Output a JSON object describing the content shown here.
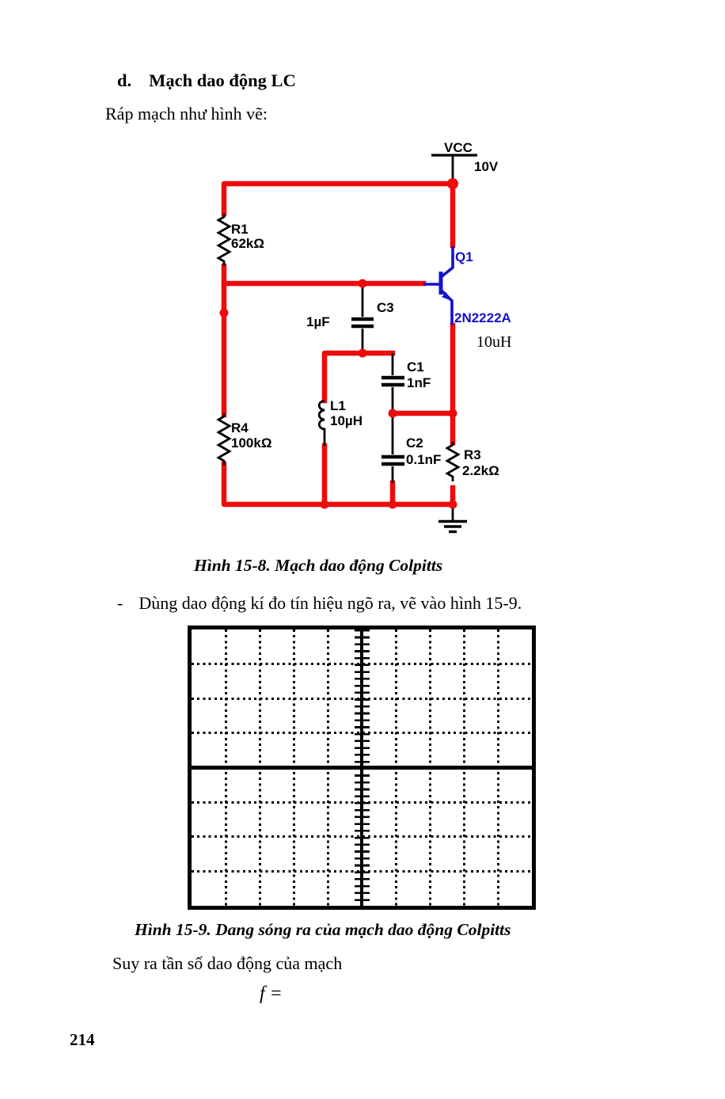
{
  "heading": {
    "index": "d.",
    "title": "Mạch dao động LC"
  },
  "intro_text": "Ráp mạch như hình vẽ:",
  "figure_15_8": {
    "caption": "Hình 15-8. Mạch dao động Colpitts",
    "power_net": "VCC",
    "supply_voltage": "10V",
    "components": {
      "r1": {
        "name": "R1",
        "value": "62kΩ"
      },
      "r4": {
        "name": "R4",
        "value": "100kΩ"
      },
      "r3": {
        "name": "R3",
        "value": "2.2kΩ"
      },
      "c1": {
        "name": "C1",
        "value": "1nF"
      },
      "c2": {
        "name": "C2",
        "value": "0.1nF"
      },
      "c3": {
        "name": "C3",
        "value": "1µF"
      },
      "l1": {
        "name": "L1",
        "value": "10µH"
      },
      "q1": {
        "name": "Q1",
        "part_number": "2N2222A"
      }
    },
    "stray_label": "10uH",
    "colors": {
      "wire": "#ee0b0b",
      "transistor": "#1111cd",
      "component": "#000000"
    }
  },
  "instruction_bullet": {
    "marker": "-",
    "text": "Dùng dao động kí đo tín hiệu ngõ ra, vẽ vào hình 15-9."
  },
  "figure_15_9": {
    "caption": "Hình 15-9. Dang sóng ra của mạch dao động Colpitts",
    "graticule": {
      "horizontal_divisions": 10,
      "vertical_divisions": 8,
      "ticks_per_division": 5
    }
  },
  "conclusion_text": "Suy ra tần số dao động của mạch",
  "formula": "f  =",
  "page_number": "214"
}
